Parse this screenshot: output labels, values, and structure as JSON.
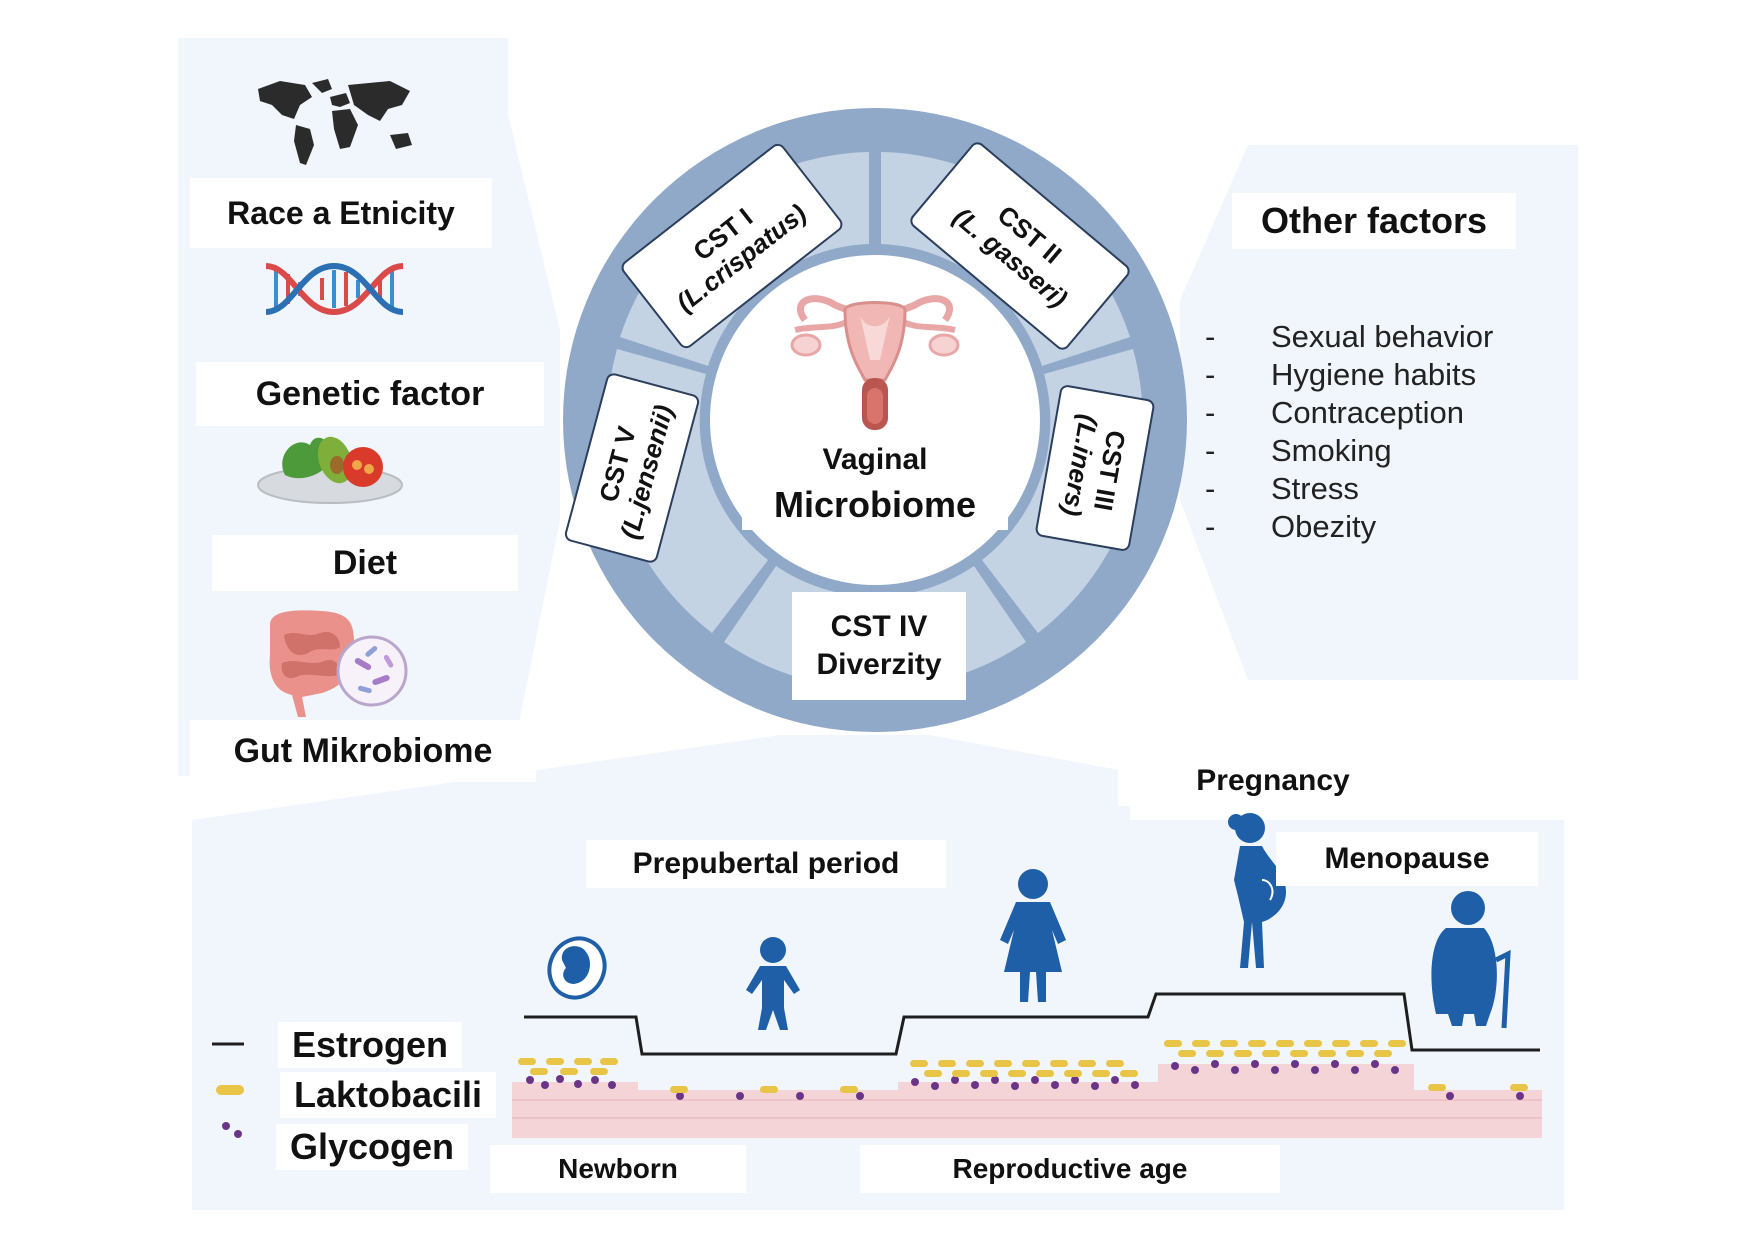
{
  "left_factors": {
    "race_label": "Race a Etnicity",
    "genetic_label": "Genetic factor",
    "diet_label": "Diet",
    "gut_label": "Gut Mikrobiome"
  },
  "center": {
    "title_line1": "Vaginal",
    "title_line2": "Microbiome",
    "cst1_line1": "CST I",
    "cst1_line2": "(L.crispatus)",
    "cst2_line1": "CST II",
    "cst2_line2": "(L. gasseri)",
    "cst3_line1": "CST III",
    "cst3_line2": "(L.iners)",
    "cst4_line1": "CST IV",
    "cst4_line2": "Diverzity",
    "cst5_line1": "CST V",
    "cst5_line2": "(L.jensenii)"
  },
  "other_factors": {
    "heading": "Other factors",
    "items": [
      "Sexual behavior",
      "Hygiene habits",
      "Contraception",
      "Smoking",
      "Stress",
      "Obezity"
    ]
  },
  "life_stages": {
    "pregnancy": "Pregnancy",
    "menopause": "Menopause",
    "prepubertal": "Prepubertal period",
    "newborn": "Newborn",
    "reproductive": "Reproductive age"
  },
  "legend": {
    "estrogen": "Estrogen",
    "lactobacilli": "Laktobacili",
    "glycogen": "Glycogen"
  },
  "colors": {
    "ring_outer": "#91a9c9",
    "ring_inner": "#c4d3e4",
    "figure_blue": "#1f5fa8",
    "lacto_yellow": "#e8c547",
    "glycogen_purple": "#6b3587",
    "tissue_pink": "#f4d4d6"
  }
}
